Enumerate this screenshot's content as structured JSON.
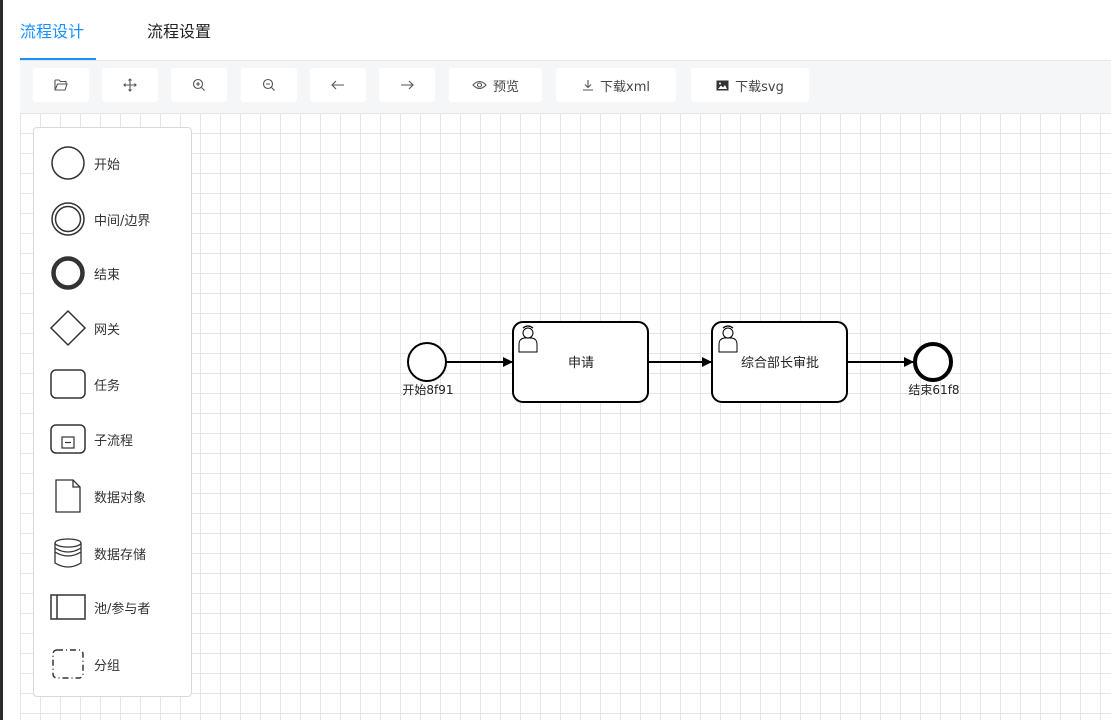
{
  "tabs": [
    {
      "label": "流程设计",
      "active": true
    },
    {
      "label": "流程设置",
      "active": false
    }
  ],
  "toolbar": {
    "open_icon": "folder-open-icon",
    "move_icon": "move-icon",
    "zoom_in_icon": "zoom-in-icon",
    "zoom_out_icon": "zoom-out-icon",
    "undo_icon": "arrow-left-icon",
    "redo_icon": "arrow-right-icon",
    "preview_label": "预览",
    "download_xml_label": "下载xml",
    "download_svg_label": "下载svg"
  },
  "palette": {
    "items": [
      {
        "label": "开始",
        "icon": "start-event-icon"
      },
      {
        "label": "中间/边界",
        "icon": "intermediate-event-icon"
      },
      {
        "label": "结束",
        "icon": "end-event-icon"
      },
      {
        "label": "网关",
        "icon": "gateway-icon"
      },
      {
        "label": "任务",
        "icon": "task-icon"
      },
      {
        "label": "子流程",
        "icon": "subprocess-icon"
      },
      {
        "label": "数据对象",
        "icon": "data-object-icon"
      },
      {
        "label": "数据存储",
        "icon": "data-store-icon"
      },
      {
        "label": "池/参与者",
        "icon": "pool-icon"
      },
      {
        "label": "分组",
        "icon": "group-icon"
      }
    ]
  },
  "diagram": {
    "start_event": {
      "label": "开始8f91"
    },
    "task_apply": {
      "label": "申请",
      "icon": "user-icon"
    },
    "task_approve": {
      "label": "综合部长审批",
      "icon": "user-icon"
    },
    "end_event": {
      "label": "结束61f8"
    }
  },
  "colors": {
    "accent": "#1890ff",
    "toolbar_bg": "#f5f6f7",
    "grid": "#e5e5e5"
  }
}
